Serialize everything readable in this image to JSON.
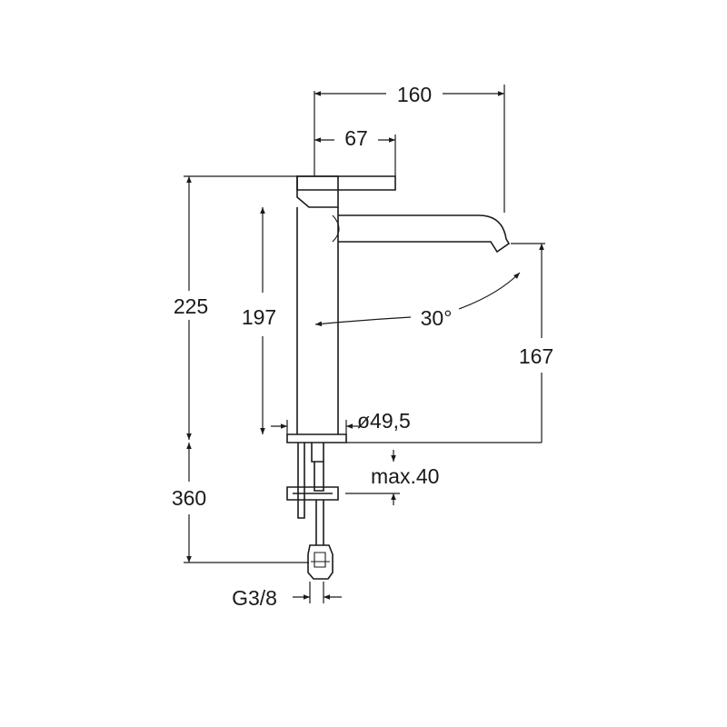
{
  "dimensions": {
    "width_total": "160",
    "lever_length": "67",
    "height_total": "225",
    "spout_height": "197",
    "spout_reach": "167",
    "swivel_angle": "30°",
    "base_diameter": "ø49,5",
    "max_deck_thickness": "max.40",
    "hose_length": "360",
    "connection_thread": "G3/8"
  }
}
